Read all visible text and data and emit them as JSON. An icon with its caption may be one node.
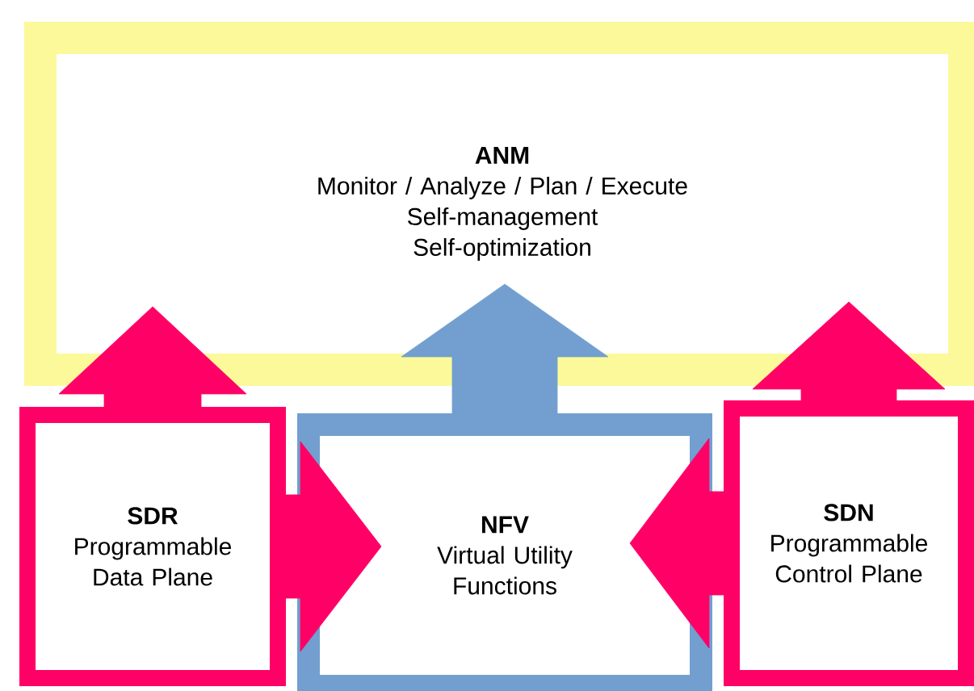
{
  "diagram": {
    "nodes": [
      {
        "text": [
          "ANM",
          "Monitor / Analyze / Plan / Execute",
          "Self-management",
          "Self-optimization"
        ]
      },
      {
        "text": [
          "SDR",
          "Programmable Data Plane"
        ]
      },
      {
        "text": [
          "NFV",
          "Virtual Utility Functions"
        ]
      },
      {
        "text": [
          "SDN",
          "Programmable Control Plane"
        ]
      }
    ],
    "edges": [
      {
        "from": 1,
        "to": 0,
        "arrow": "to"
      },
      {
        "from": 2,
        "to": 0,
        "arrow": "to",
        "color": "#729fcf"
      },
      {
        "from": 3,
        "to": 0,
        "arrow": "to"
      },
      {
        "from": 1,
        "to": 2,
        "arrow": "to"
      },
      {
        "from": 3,
        "to": 2,
        "arrow": "to"
      }
    ]
  }
}
